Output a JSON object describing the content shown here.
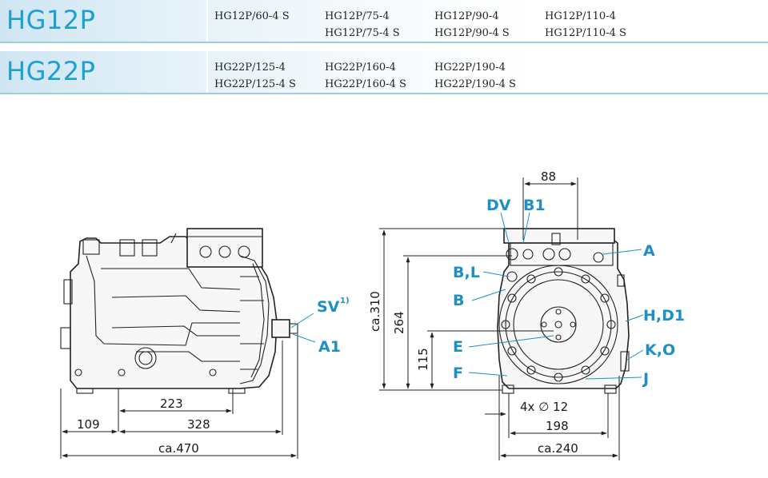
{
  "series": [
    {
      "title": "HG12P",
      "models": [
        [
          "HG12P/60-4 S",
          ""
        ],
        [
          "HG12P/75-4",
          "HG12P/75-4 S"
        ],
        [
          "HG12P/90-4",
          "HG12P/90-4 S"
        ],
        [
          "HG12P/110-4",
          "HG12P/110-4 S"
        ]
      ]
    },
    {
      "title": "HG22P",
      "models": [
        [
          "HG22P/125-4",
          "HG22P/125-4 S"
        ],
        [
          "HG22P/160-4",
          "HG22P/160-4 S"
        ],
        [
          "HG22P/190-4",
          "HG22P/190-4 S"
        ]
      ]
    }
  ],
  "labels": {
    "sv": "SV",
    "sv_note": "1)",
    "a1": "A1",
    "dv": "DV",
    "b1": "B1",
    "a": "A",
    "bl": "B,L",
    "b": "B",
    "hd1": "H,D1",
    "e": "E",
    "ko": "K,O",
    "f": "F",
    "j": "J"
  },
  "dimensions": {
    "side_223": "223",
    "side_109": "109",
    "side_328": "328",
    "side_470": "ca.470",
    "front_88": "88",
    "front_310": "ca.310",
    "front_264": "264",
    "front_115": "115",
    "front_holes": "4x ∅ 12",
    "front_198": "198",
    "front_240": "ca.240"
  },
  "colors": {
    "accent": "#1d8fc6",
    "title": "#1d9fd3",
    "band": "#cfe6f2"
  }
}
